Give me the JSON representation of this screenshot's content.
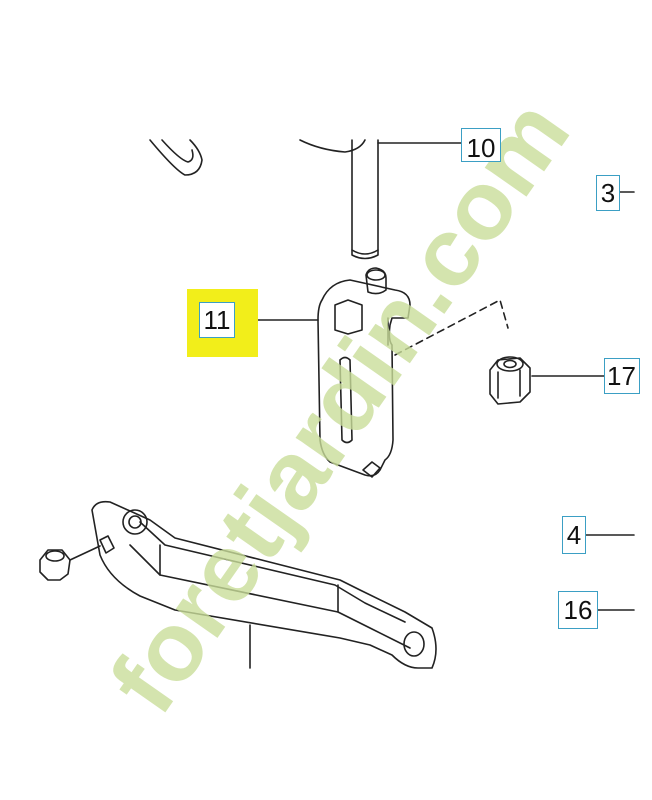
{
  "callouts": {
    "part_11": "11",
    "part_10": "10",
    "part_3": "3",
    "part_17": "17",
    "part_4": "4",
    "part_16": "16"
  },
  "watermark": {
    "text": "foretjardin.com",
    "color_main": "#c9dd9a",
    "color_accent": "#f2c7a0",
    "color_tail": "#d6d1c6"
  },
  "colors": {
    "highlight": "#f2ee1a",
    "callout_border": "#3b9fc4",
    "line_art": "#222222"
  }
}
